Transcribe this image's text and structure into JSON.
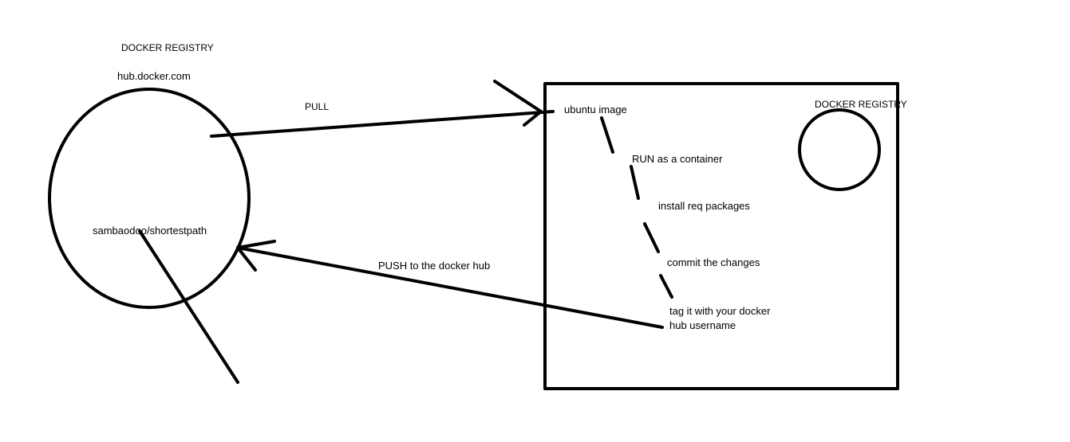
{
  "registry": {
    "title": "DOCKER REGISTRY",
    "host": "hub.docker.com",
    "repo": "sambaodoo/shortestpath"
  },
  "arrows": {
    "pull": "PULL",
    "push": "PUSH to the docker hub"
  },
  "host": {
    "steps": [
      "ubuntu image",
      "RUN as a container",
      "install req packages",
      "commit the changes",
      "tag it with your docker hub username"
    ],
    "registry_label": "DOCKER REGISTRY"
  },
  "colors": {
    "stroke": "#000000",
    "background": "#ffffff"
  }
}
